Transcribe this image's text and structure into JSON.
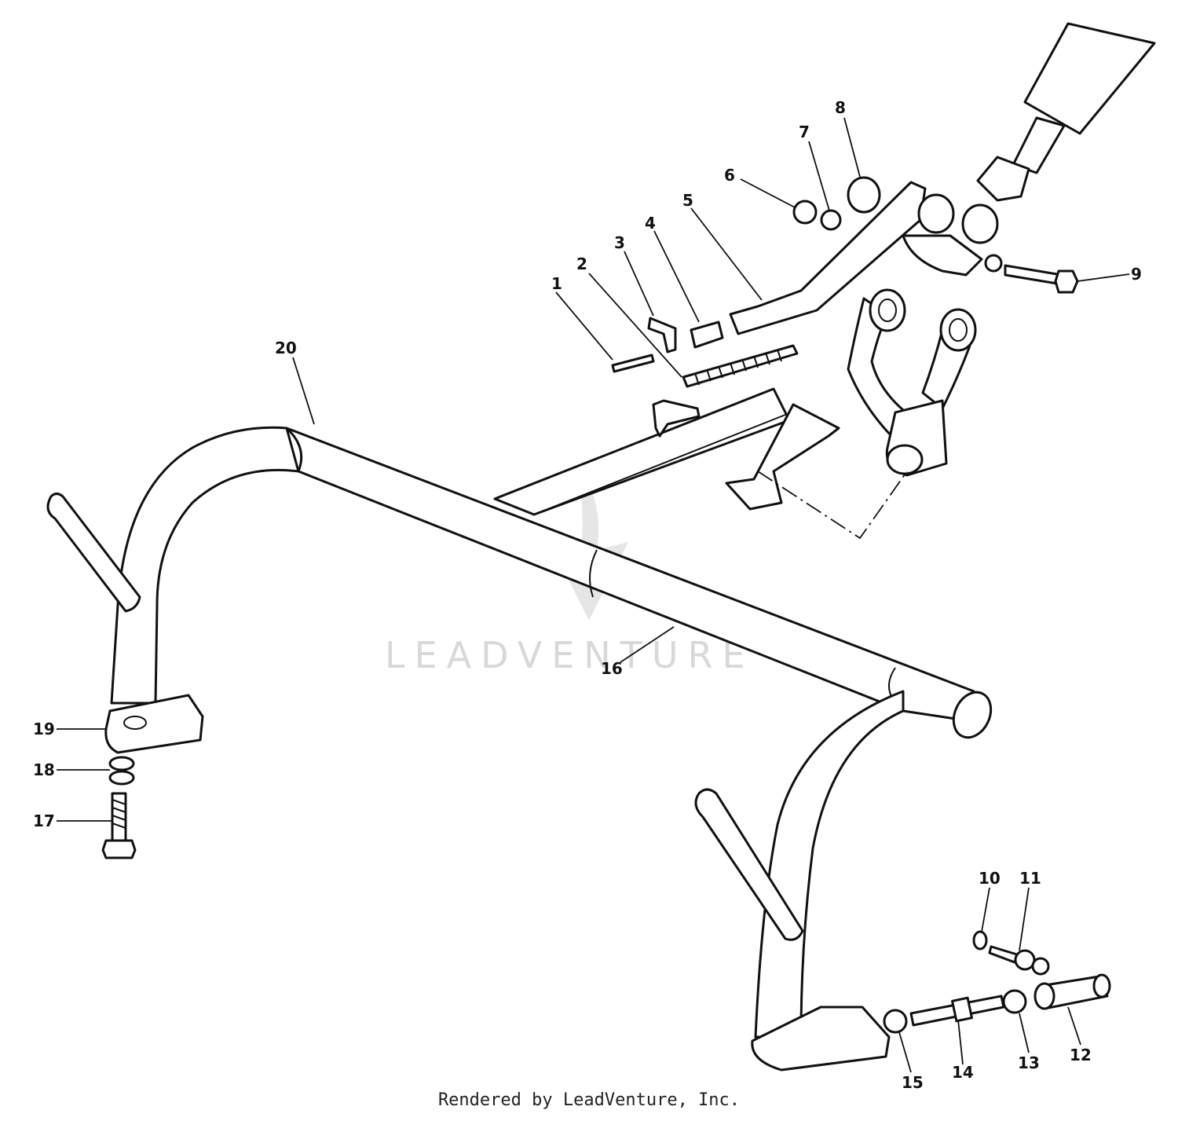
{
  "callouts": [
    {
      "id": "1",
      "label": "1"
    },
    {
      "id": "2",
      "label": "2"
    },
    {
      "id": "3",
      "label": "3"
    },
    {
      "id": "4",
      "label": "4"
    },
    {
      "id": "5",
      "label": "5"
    },
    {
      "id": "6",
      "label": "6"
    },
    {
      "id": "7",
      "label": "7"
    },
    {
      "id": "8",
      "label": "8"
    },
    {
      "id": "9",
      "label": "9"
    },
    {
      "id": "10",
      "label": "10"
    },
    {
      "id": "11",
      "label": "11"
    },
    {
      "id": "12",
      "label": "12"
    },
    {
      "id": "13",
      "label": "13"
    },
    {
      "id": "14",
      "label": "14"
    },
    {
      "id": "15",
      "label": "15"
    },
    {
      "id": "16",
      "label": "16"
    },
    {
      "id": "17",
      "label": "17"
    },
    {
      "id": "18",
      "label": "18"
    },
    {
      "id": "19",
      "label": "19"
    },
    {
      "id": "20",
      "label": "20"
    }
  ],
  "watermark": "LEADVENTURE",
  "footer": "Rendered by LeadVenture, Inc.",
  "colors": {
    "line": "#111111",
    "background": "#ffffff",
    "watermark": "#d8d8d8"
  }
}
